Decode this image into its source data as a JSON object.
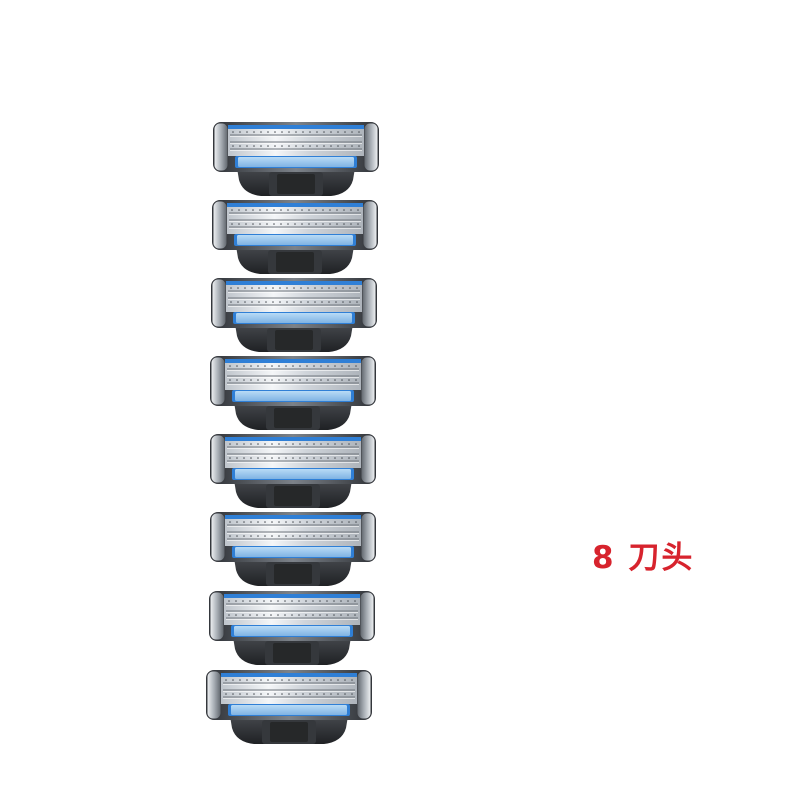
{
  "caption": "8 刀头",
  "cartridges": [
    {
      "index": 1
    },
    {
      "index": 2
    },
    {
      "index": 3
    },
    {
      "index": 4
    },
    {
      "index": 5
    },
    {
      "index": 6
    },
    {
      "index": 7
    },
    {
      "index": 8
    }
  ],
  "colors": {
    "background": "#ffffff",
    "caption": "#d7232d",
    "frame_dark": "#3a3d42",
    "frame_light": "#c9ced4",
    "blade_steel": "#dfe3e8",
    "blue_trim": "#2f7fd6",
    "lubricant_strip": "#9fc9ee",
    "base_dark": "#2b2d30"
  }
}
